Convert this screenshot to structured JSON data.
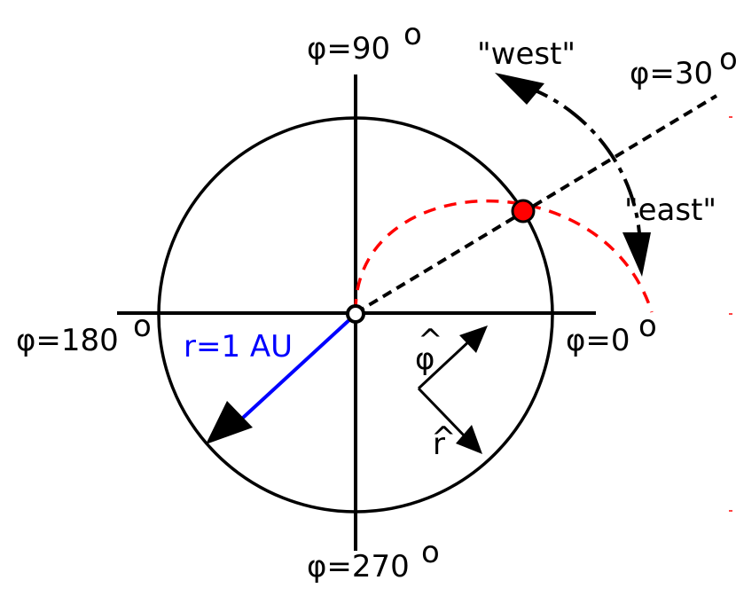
{
  "labels": {
    "phi90": "φ=90",
    "phi180": "φ=180",
    "phi0": "φ=0",
    "phi270": "φ=270",
    "phi30": "φ=30",
    "degree": "o",
    "west": "\"west\"",
    "east": "\"east\"",
    "radius": "r=1 AU",
    "phi_hat": "φ",
    "r_hat": "r",
    "hat": "^"
  },
  "colors": {
    "axes": "#000000",
    "orbit": "#000000",
    "radius_arrow": "#0000ff",
    "dashed_path": "#ff0000",
    "marker_fill": "#ff0000",
    "background": "#ffffff"
  }
}
